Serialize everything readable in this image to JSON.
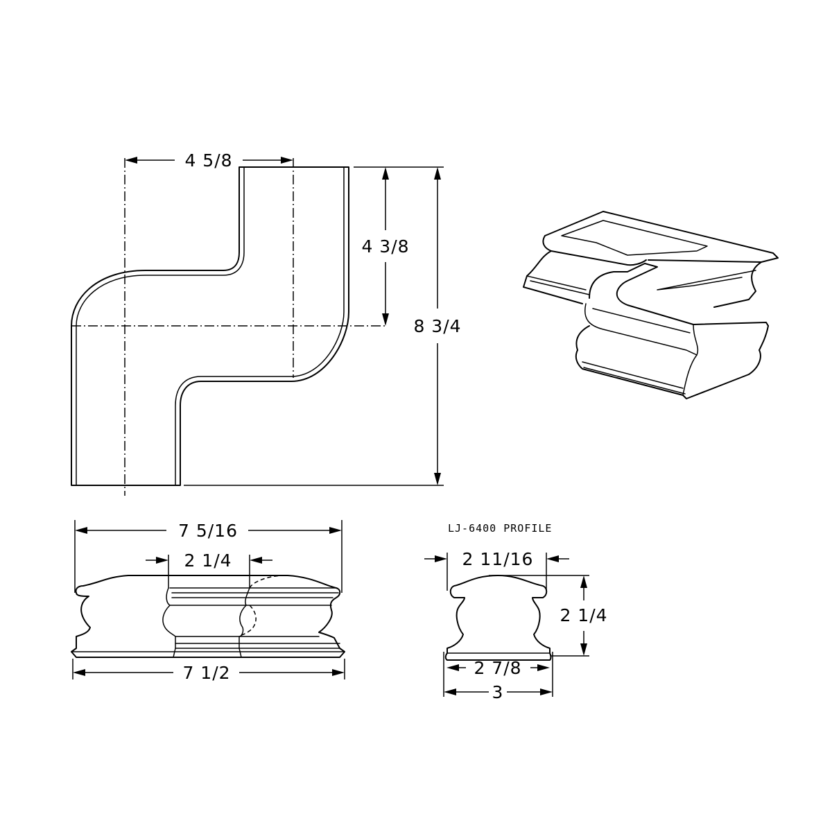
{
  "plan_view": {
    "dim_width": "4 5/8",
    "dim_rise": "4 3/8",
    "dim_overall_height": "8 3/4"
  },
  "section_view": {
    "dim_top_width": "7 5/16",
    "dim_inner_width": "2 1/4",
    "dim_bottom_width": "7 1/2"
  },
  "profile_view": {
    "title": "LJ-6400 PROFILE",
    "dim_top_width": "2 11/16",
    "dim_height": "2 1/4",
    "dim_base_width": "2 7/8",
    "dim_overall_width": "3"
  }
}
